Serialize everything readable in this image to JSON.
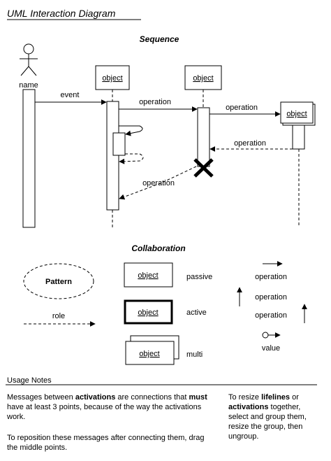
{
  "title": "UML Interaction Diagram",
  "sequence": {
    "heading": "Sequence",
    "actor_label": "name",
    "object_label": "object",
    "messages": {
      "event": "event",
      "operation": "operation"
    }
  },
  "collaboration": {
    "heading": "Collaboration",
    "pattern_label": "Pattern",
    "role_label": "role",
    "object_label": "object",
    "passive_label": "passive",
    "active_label": "active",
    "multi_label": "multi",
    "operation_label": "operation",
    "value_label": "value"
  },
  "usage_notes": {
    "heading": "Usage Notes",
    "para1": {
      "t1": "Messages between ",
      "b1": "activations",
      "t2": " are connections that ",
      "b2": "must",
      "t3": " have at least 3 points, because of the way the activations work."
    },
    "para2": "To reposition these messages after connecting them, drag the middle points.",
    "para3": {
      "t1": "To resize ",
      "b1": "lifelines",
      "t2": " or ",
      "b2": "activations",
      "t3": " together, select and group them, resize the group, then ungroup."
    }
  }
}
